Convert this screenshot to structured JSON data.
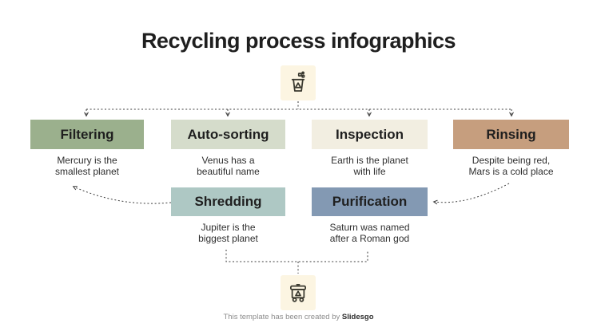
{
  "title": "Recycling process infographics",
  "steps": [
    {
      "label": "Filtering",
      "desc": [
        "Mercury is the",
        "smallest planet"
      ],
      "color": "#9bb08d"
    },
    {
      "label": "Auto-sorting",
      "desc": [
        "Venus has a",
        "beautiful name"
      ],
      "color": "#d5dccb"
    },
    {
      "label": "Inspection",
      "desc": [
        "Earth is the planet",
        "with life"
      ],
      "color": "#f2eee1"
    },
    {
      "label": "Rinsing",
      "desc": [
        "Despite being red,",
        "Mars is a cold place"
      ],
      "color": "#c69e7e"
    },
    {
      "label": "Shredding",
      "desc": [
        "Jupiter is the",
        "biggest planet"
      ],
      "color": "#aec8c4"
    },
    {
      "label": "Purification",
      "desc": [
        "Saturn was named",
        "after a Roman god"
      ],
      "color": "#8399b3"
    }
  ],
  "icons": {
    "top": "recycling-bin-icon",
    "bottom": "recycling-dumpster-icon"
  },
  "footer": {
    "prefix": "This template has been created by ",
    "brand": "Slidesgo"
  },
  "colors": {
    "background": "#ffffff",
    "icon_tile": "#fcf5e2",
    "connector": "#3f3f3f",
    "title_text": "#1f1f1f"
  }
}
